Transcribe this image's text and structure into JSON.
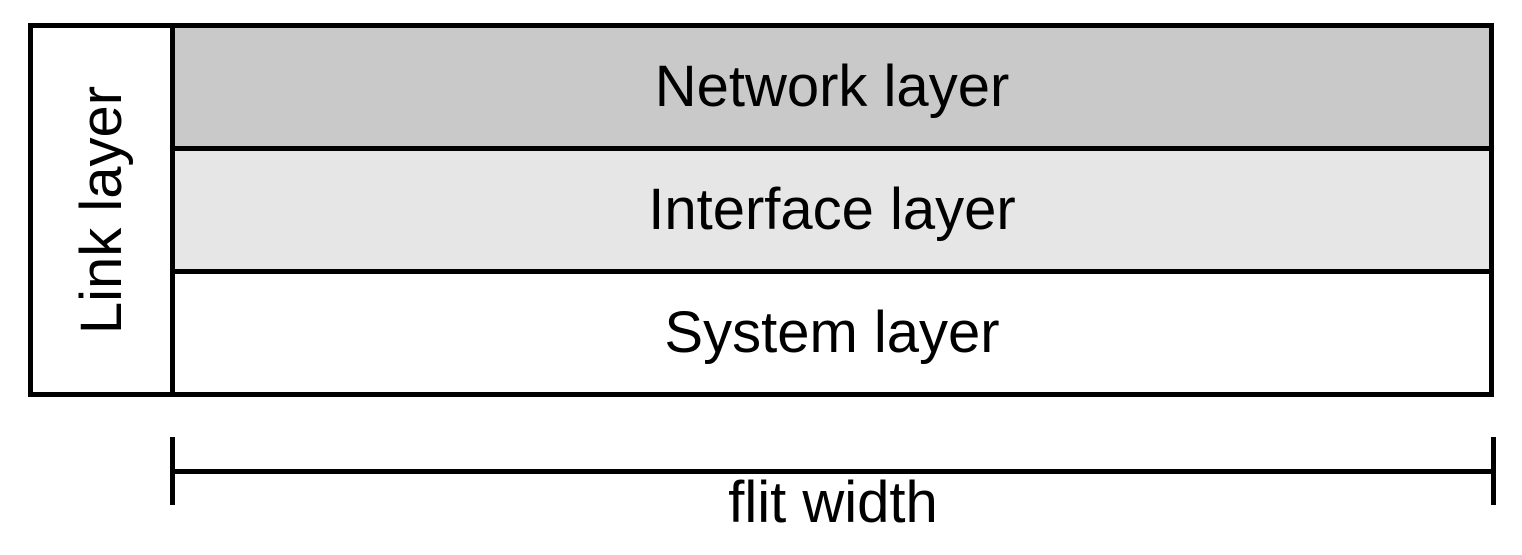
{
  "diagram": {
    "side_label": "Link layer",
    "layers": [
      {
        "label": "Network layer",
        "fill": "#c9c9c9"
      },
      {
        "label": "Interface layer",
        "fill": "#e6e6e6"
      },
      {
        "label": "System layer",
        "fill": "#ffffff"
      }
    ],
    "width_label": "flit width"
  }
}
